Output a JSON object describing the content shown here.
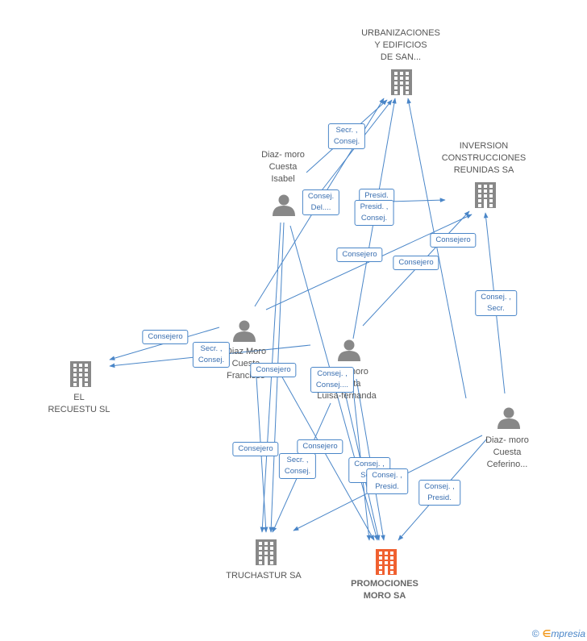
{
  "colors": {
    "edge": "#4a86c8",
    "company": "#888888",
    "person": "#888888",
    "focus": "#f06030"
  },
  "nodes": [
    {
      "id": "urbanizaciones",
      "type": "company",
      "label": [
        "URBANIZACIONES",
        "Y EDIFICIOS",
        "DE SAN..."
      ]
    },
    {
      "id": "inversion",
      "type": "company",
      "label": [
        "INVERSION",
        "CONSTRUCCIONES",
        "REUNIDAS SA"
      ]
    },
    {
      "id": "el_recuestu",
      "type": "company",
      "label": [
        "EL",
        "RECUESTU SL"
      ]
    },
    {
      "id": "truchastur",
      "type": "company",
      "label": [
        "TRUCHASTUR SA"
      ]
    },
    {
      "id": "promociones",
      "type": "company",
      "focus": true,
      "label": [
        "PROMOCIONES",
        "MORO SA"
      ]
    },
    {
      "id": "isabel",
      "type": "person",
      "label": [
        "Diaz- moro",
        "Cuesta",
        "Isabel"
      ]
    },
    {
      "id": "francisco",
      "type": "person",
      "label": [
        "Diaz Moro",
        "Cuesta",
        "Francisco"
      ]
    },
    {
      "id": "luisa",
      "type": "person",
      "label": [
        "Diaz- moro",
        "Cuesta",
        "Luisa-fernanda"
      ]
    },
    {
      "id": "ceferino",
      "type": "person",
      "label": [
        "Diaz- moro",
        "Cuesta",
        "Ceferino..."
      ]
    }
  ],
  "edge_labels": [
    {
      "id": "e1",
      "lines": [
        "Secr. ,",
        "Consej."
      ]
    },
    {
      "id": "e2",
      "lines": [
        "Consej.",
        "Del...."
      ]
    },
    {
      "id": "e3",
      "lines": [
        "Presid."
      ]
    },
    {
      "id": "e4",
      "lines": [
        "Presid. ,",
        "Consej."
      ]
    },
    {
      "id": "e5",
      "lines": [
        "Consejero"
      ]
    },
    {
      "id": "e6",
      "lines": [
        "Consejero"
      ]
    },
    {
      "id": "e7",
      "lines": [
        "Consejero"
      ]
    },
    {
      "id": "e8",
      "lines": [
        "Consej. ,",
        "Secr."
      ]
    },
    {
      "id": "e9",
      "lines": [
        "Consejero"
      ]
    },
    {
      "id": "e10",
      "lines": [
        "Secr. ,",
        "Consej."
      ]
    },
    {
      "id": "e11",
      "lines": [
        "Consejero"
      ]
    },
    {
      "id": "e12",
      "lines": [
        "Consej. ,",
        "Consej...."
      ]
    },
    {
      "id": "e13",
      "lines": [
        "Consejero"
      ]
    },
    {
      "id": "e14",
      "lines": [
        "Consejero"
      ]
    },
    {
      "id": "e15",
      "lines": [
        "Secr. ,",
        "Consej."
      ]
    },
    {
      "id": "e16",
      "lines": [
        "Consej. ,",
        "Secr."
      ]
    },
    {
      "id": "e17",
      "lines": [
        "Consej. ,",
        "Presid."
      ]
    },
    {
      "id": "e18",
      "lines": [
        "Consej. ,",
        "Presid."
      ]
    }
  ],
  "footer": {
    "copyright": "©",
    "brand_first": "∈",
    "brand_rest": "mpresia"
  }
}
